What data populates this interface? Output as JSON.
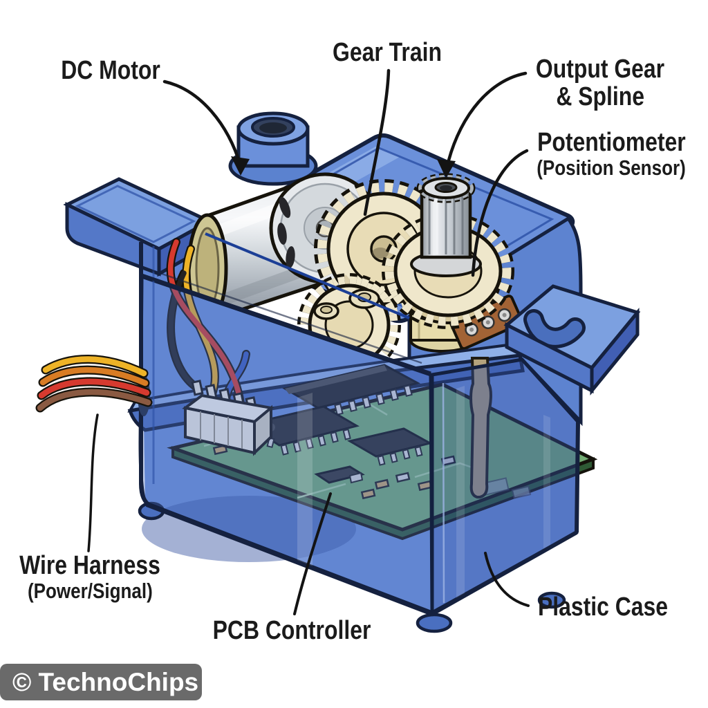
{
  "labels": {
    "dc_motor": {
      "text": "DC Motor"
    },
    "gear_train": {
      "text": "Gear Train"
    },
    "output_gear": {
      "line1": "Output Gear",
      "line2": "& Spline"
    },
    "potentiometer": {
      "line1": "Potentiometer",
      "line2": "(Position Sensor)"
    },
    "wire_harness": {
      "line1": "Wire Harness",
      "line2": "(Power/Signal)"
    },
    "pcb_controller": {
      "text": "PCB Controller"
    },
    "plastic_case": {
      "text": "Plastic Case"
    }
  },
  "watermark": {
    "text": "© TechnoChips"
  },
  "colors": {
    "case_blue": "#5b82cf",
    "case_blue_light": "#7ca0e0",
    "case_blue_dark": "#3c5cb0",
    "outline_ink": "#15213f",
    "gear_cream": "#efe7cb",
    "motor_silver": "#d8dde2",
    "motor_cap_olive": "#cec793",
    "pcb_green": "#74ad74",
    "ic_black": "#262626",
    "pot_copper": "#a26335",
    "wire_red": "#d63a2f",
    "wire_black": "#232323",
    "wire_yellow": "#eeb327",
    "wire_blue": "#3b5cc0",
    "wire_orange": "#d87c24",
    "wire_brown": "#8a5a42",
    "label_text": "#1b1b1b",
    "watermark_bg": "#6a6a6a",
    "watermark_text": "#ffffff"
  }
}
